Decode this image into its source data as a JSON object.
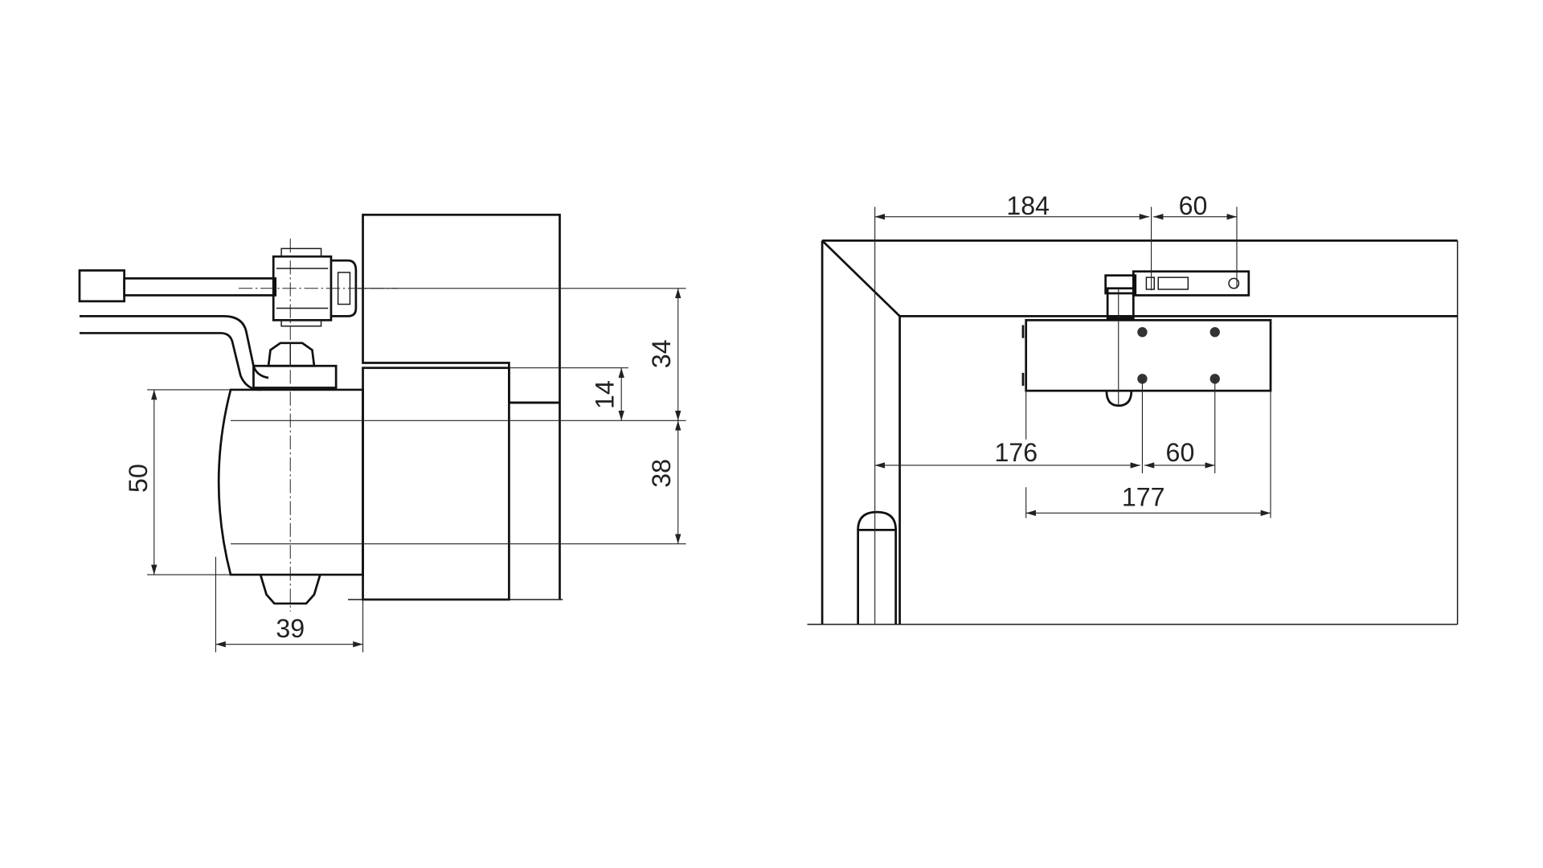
{
  "side_view": {
    "dimensions": {
      "lever_height": "34",
      "rebate_depth": "14",
      "body_offset": "38",
      "body_height": "50",
      "body_depth": "39"
    }
  },
  "front_view": {
    "dimensions": {
      "shoe_distance": "184",
      "arm_length": "60",
      "hole_distance": "176",
      "hole_spacing": "60",
      "body_length": "177"
    }
  },
  "colors": {
    "line": "#1a1a1a",
    "background": "#ffffff"
  }
}
